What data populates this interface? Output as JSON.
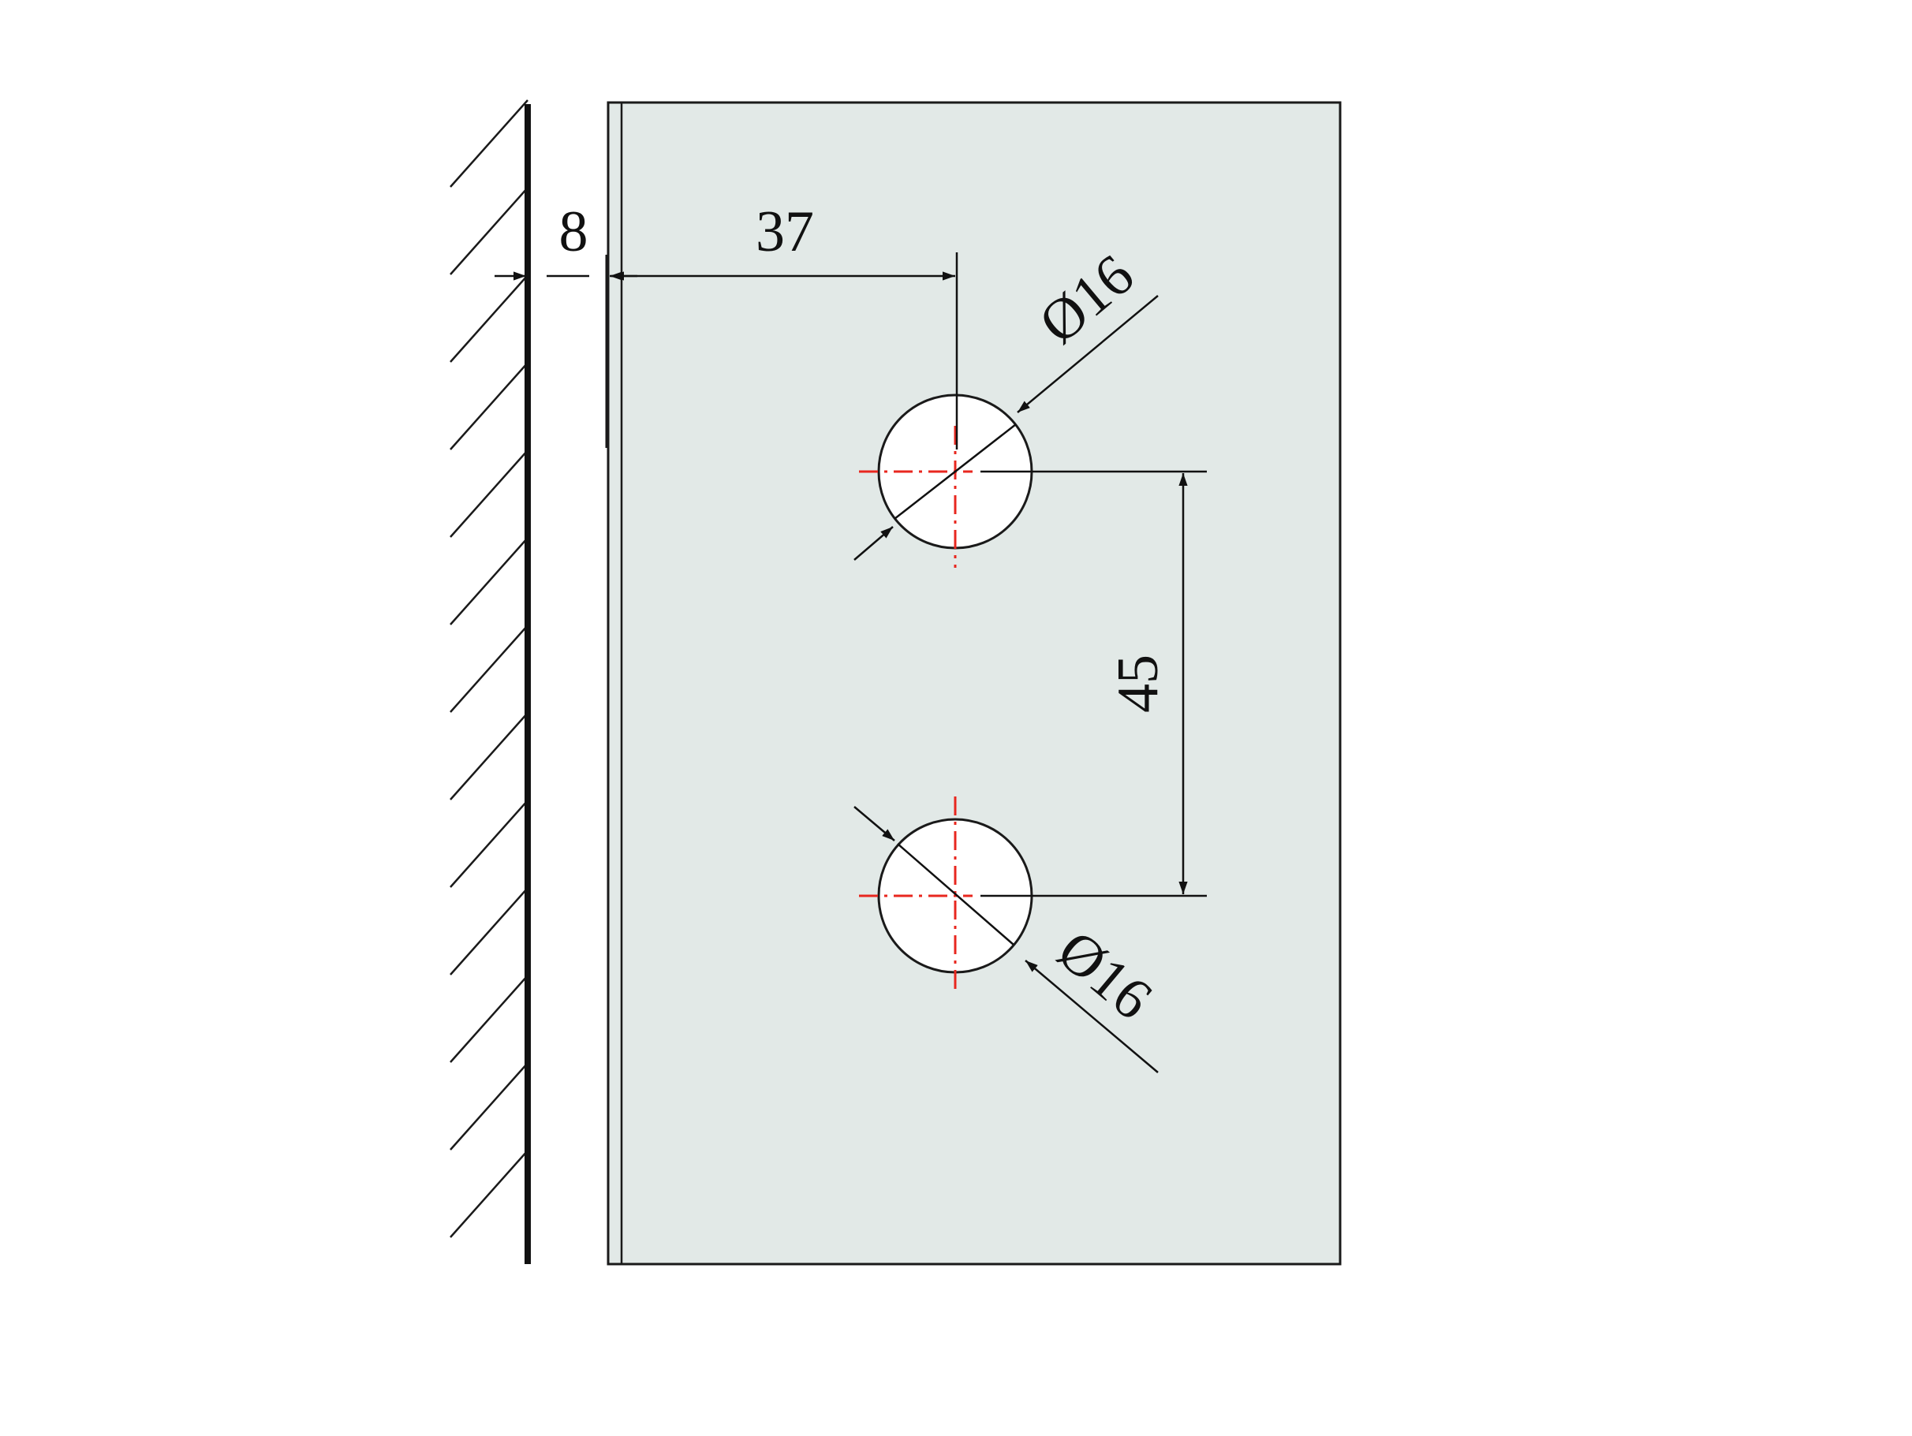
{
  "colors": {
    "background": "#ffffff",
    "glass_fill": "#e2e9e7",
    "outline": "#1a1a1a",
    "center_line": "#e8271f",
    "hole_fill": "#ffffff"
  },
  "dimensions": {
    "wall_gap": "8",
    "hole_offset": "37",
    "hole_spacing": "45",
    "hole_diameter_top": "Ø16",
    "hole_diameter_bottom": "Ø16"
  }
}
